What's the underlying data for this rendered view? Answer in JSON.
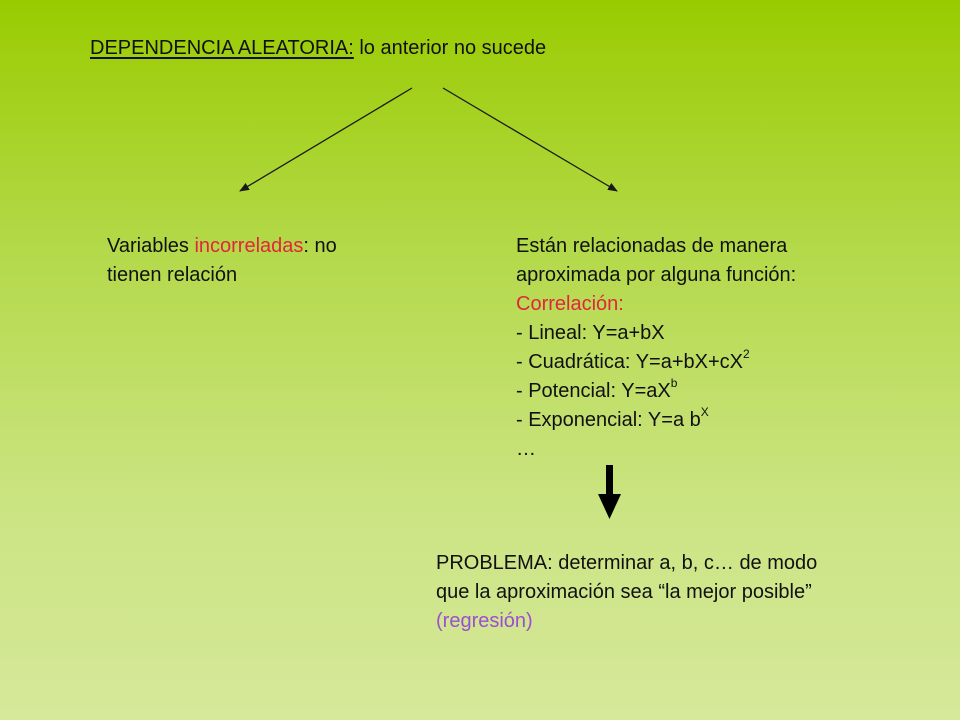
{
  "heading": {
    "underlined": "DEPENDENCIA ALEATORIA:",
    "rest": " lo anterior no sucede"
  },
  "left": {
    "line1_pre": "Variables ",
    "line1_highlight": "incorreladas",
    "line1_post": ": no",
    "line2": "tienen relación"
  },
  "right": {
    "line1": "Están relacionadas de manera",
    "line2": "aproximada por alguna función:",
    "correlation_label": "Correlación:",
    "items": [
      {
        "base": "- Lineal: Y=a+bX",
        "sup": ""
      },
      {
        "base": "- Cuadrática: Y=a+bX+cX",
        "sup": "2"
      },
      {
        "base": "- Potencial: Y=aX",
        "sup": "b"
      },
      {
        "base": "- Exponencial: Y=a b",
        "sup": "X"
      }
    ],
    "ellipsis": "…"
  },
  "problem": {
    "line1": "PROBLEMA: determinar a, b, c… de modo",
    "line2": "que la aproximación sea “la mejor posible”",
    "line3": "(regresión)"
  },
  "colors": {
    "highlight_red": "#e2253c",
    "highlight_purple": "#9b4fd1",
    "arrow": "#1a1a1a"
  }
}
